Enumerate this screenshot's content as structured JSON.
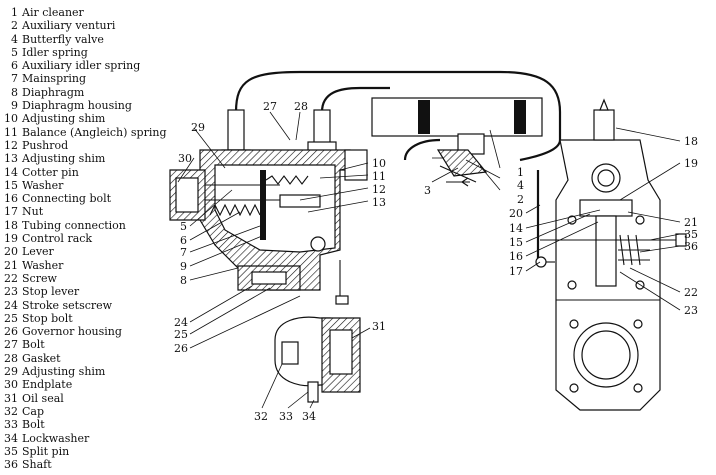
{
  "legend": [
    {
      "num": "1",
      "label": "Air cleaner"
    },
    {
      "num": "2",
      "label": "Auxiliary venturi"
    },
    {
      "num": "4",
      "label": "Butterfly valve"
    },
    {
      "num": "5",
      "label": "Idler spring"
    },
    {
      "num": "6",
      "label": "Auxiliary idler spring"
    },
    {
      "num": "7",
      "label": "Mainspring"
    },
    {
      "num": "8",
      "label": "Diaphragm"
    },
    {
      "num": "9",
      "label": "Diaphragm housing"
    },
    {
      "num": "10",
      "label": "Adjusting shim"
    },
    {
      "num": "11",
      "label": "Balance (Angleich) spring"
    },
    {
      "num": "12",
      "label": "Pushrod"
    },
    {
      "num": "13",
      "label": "Adjusting shim"
    },
    {
      "num": "14",
      "label": "Cotter pin"
    },
    {
      "num": "15",
      "label": "Washer"
    },
    {
      "num": "16",
      "label": "Connecting bolt"
    },
    {
      "num": "17",
      "label": "Nut"
    },
    {
      "num": "18",
      "label": "Tubing connection"
    },
    {
      "num": "19",
      "label": "Control rack"
    },
    {
      "num": "20",
      "label": "Lever"
    },
    {
      "num": "21",
      "label": "Washer"
    },
    {
      "num": "22",
      "label": "Screw"
    },
    {
      "num": "23",
      "label": "Stop lever"
    },
    {
      "num": "24",
      "label": "Stroke setscrew"
    },
    {
      "num": "25",
      "label": "Stop bolt"
    },
    {
      "num": "26",
      "label": "Governor housing"
    },
    {
      "num": "27",
      "label": "Bolt"
    },
    {
      "num": "28",
      "label": "Gasket"
    },
    {
      "num": "29",
      "label": "Adjusting shim"
    },
    {
      "num": "30",
      "label": "Endplate"
    },
    {
      "num": "31",
      "label": "Oil seal"
    },
    {
      "num": "32",
      "label": "Cap"
    },
    {
      "num": "33",
      "label": "Bolt"
    },
    {
      "num": "34",
      "label": "Lockwasher"
    },
    {
      "num": "35",
      "label": "Split pin"
    },
    {
      "num": "36",
      "label": "Shaft"
    }
  ],
  "callouts": {
    "c1": "1",
    "c2": "2",
    "c3": "3",
    "c4": "4",
    "c5": "5",
    "c6": "6",
    "c7": "7",
    "c8": "8",
    "c9": "9",
    "c10": "10",
    "c11": "11",
    "c12": "12",
    "c13": "13",
    "c14": "14",
    "c15": "15",
    "c16": "16",
    "c17": "17",
    "c18": "18",
    "c19": "19",
    "c20": "20",
    "c21": "21",
    "c22": "22",
    "c23": "23",
    "c24": "24",
    "c25": "25",
    "c26": "26",
    "c27": "27",
    "c28": "28",
    "c29": "29",
    "c30": "30",
    "c31": "31",
    "c32": "32",
    "c33": "33",
    "c34": "34",
    "c35": "35",
    "c36": "36"
  }
}
